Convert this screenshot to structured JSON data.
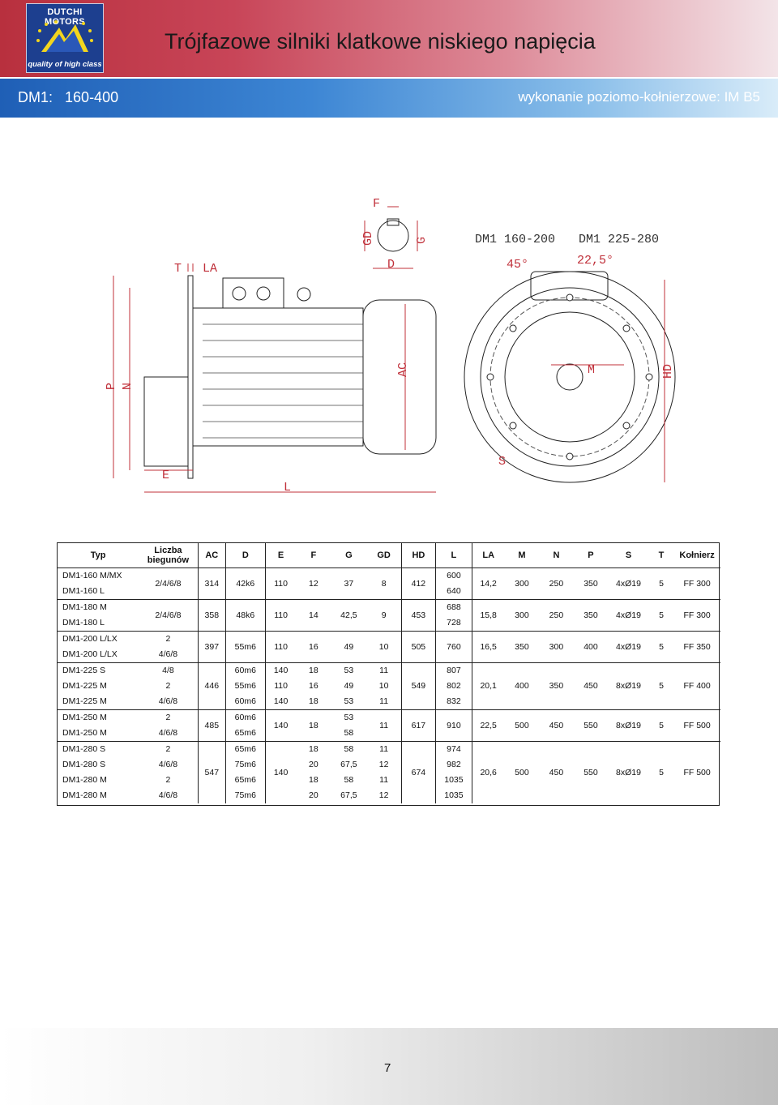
{
  "header": {
    "logo_top": "DUTCHI MOTORS",
    "logo_bottom": "quality of high class",
    "title": "Trójfazowe silniki klatkowe niskiego napięcia"
  },
  "subheader": {
    "series": "DM1:",
    "range": "160-400",
    "mounting": "wykonanie poziomo-kołnierzowe: IM B5"
  },
  "drawing": {
    "labels": {
      "F": "F",
      "GD": "GD",
      "G": "G",
      "D": "D",
      "T": "T",
      "LA": "LA",
      "P": "P",
      "N": "N",
      "AC": "AC",
      "E": "E",
      "L": "L",
      "flange_title_1": "DM1 160-200",
      "flange_title_2": "DM1 225-280",
      "angle_1": "45°",
      "angle_2": "22,5°",
      "M": "M",
      "HD": "HD",
      "S": "S"
    }
  },
  "table": {
    "headers": [
      "Typ",
      "Liczba biegunów",
      "AC",
      "D",
      "E",
      "F",
      "G",
      "GD",
      "HD",
      "L",
      "LA",
      "M",
      "N",
      "P",
      "S",
      "T",
      "Kołnierz"
    ],
    "g1": {
      "types": [
        "DM1-160 M/MX",
        "DM1-160 L"
      ],
      "poles": "2/4/6/8",
      "AC": "314",
      "D": "42k6",
      "E": "110",
      "F": "12",
      "G": "37",
      "GD": "8",
      "HD": "412",
      "L": [
        "600",
        "640"
      ],
      "LA": "14,2",
      "M": "300",
      "N": "250",
      "P": "350",
      "S": "4xØ19",
      "T": "5",
      "flange": "FF 300"
    },
    "g2": {
      "types": [
        "DM1-180 M",
        "DM1-180 L"
      ],
      "poles": "2/4/6/8",
      "AC": "358",
      "D": "48k6",
      "E": "110",
      "F": "14",
      "G": "42,5",
      "GD": "9",
      "HD": "453",
      "L": [
        "688",
        "728"
      ],
      "LA": "15,8",
      "M": "300",
      "N": "250",
      "P": "350",
      "S": "4xØ19",
      "T": "5",
      "flange": "FF 300"
    },
    "g3": {
      "types": [
        "DM1-200 L/LX",
        "DM1-200 L/LX"
      ],
      "poles": [
        "2",
        "4/6/8"
      ],
      "AC": "397",
      "D": "55m6",
      "E": "110",
      "F": "16",
      "G": "49",
      "GD": "10",
      "HD": "505",
      "L": "760",
      "LA": "16,5",
      "M": "350",
      "N": "300",
      "P": "400",
      "S": "4xØ19",
      "T": "5",
      "flange": "FF 350"
    },
    "g4": {
      "types": [
        "DM1-225 S",
        "DM1-225 M",
        "DM1-225 M"
      ],
      "poles": [
        "4/8",
        "2",
        "4/6/8"
      ],
      "AC": "446",
      "D": [
        "60m6",
        "55m6",
        "60m6"
      ],
      "E": [
        "140",
        "110",
        "140"
      ],
      "F": [
        "18",
        "16",
        "18"
      ],
      "G": [
        "53",
        "49",
        "53"
      ],
      "GD": [
        "11",
        "10",
        "11"
      ],
      "HD": "549",
      "L": [
        "807",
        "802",
        "832"
      ],
      "LA": "20,1",
      "M": "400",
      "N": "350",
      "P": "450",
      "S": "8xØ19",
      "T": "5",
      "flange": "FF 400"
    },
    "g5": {
      "types": [
        "DM1-250 M",
        "DM1-250 M"
      ],
      "poles": [
        "2",
        "4/6/8"
      ],
      "AC": "485",
      "D": [
        "60m6",
        "65m6"
      ],
      "E": "140",
      "F": "18",
      "G": [
        "53",
        "58"
      ],
      "GD": "11",
      "HD": "617",
      "L": "910",
      "LA": "22,5",
      "M": "500",
      "N": "450",
      "P": "550",
      "S": "8xØ19",
      "T": "5",
      "flange": "FF 500"
    },
    "g6": {
      "types": [
        "DM1-280 S",
        "DM1-280 S",
        "DM1-280 M",
        "DM1-280 M"
      ],
      "poles": [
        "2",
        "4/6/8",
        "2",
        "4/6/8"
      ],
      "AC": "547",
      "D": [
        "65m6",
        "75m6",
        "65m6",
        "75m6"
      ],
      "E": "140",
      "F": [
        "18",
        "20",
        "18",
        "20"
      ],
      "G": [
        "58",
        "67,5",
        "58",
        "67,5"
      ],
      "GD": [
        "11",
        "12",
        "11",
        "12"
      ],
      "HD": "674",
      "L": [
        "974",
        "982",
        "1035",
        "1035"
      ],
      "LA": "20,6",
      "M": "500",
      "N": "450",
      "P": "550",
      "S": "8xØ19",
      "T": "5",
      "flange": "FF 500"
    }
  },
  "footer": {
    "page_number": "7"
  },
  "colors": {
    "header_red": "#b8303e",
    "subheader_blue": "#1f5fb6",
    "dimension_red": "#c0303a"
  }
}
